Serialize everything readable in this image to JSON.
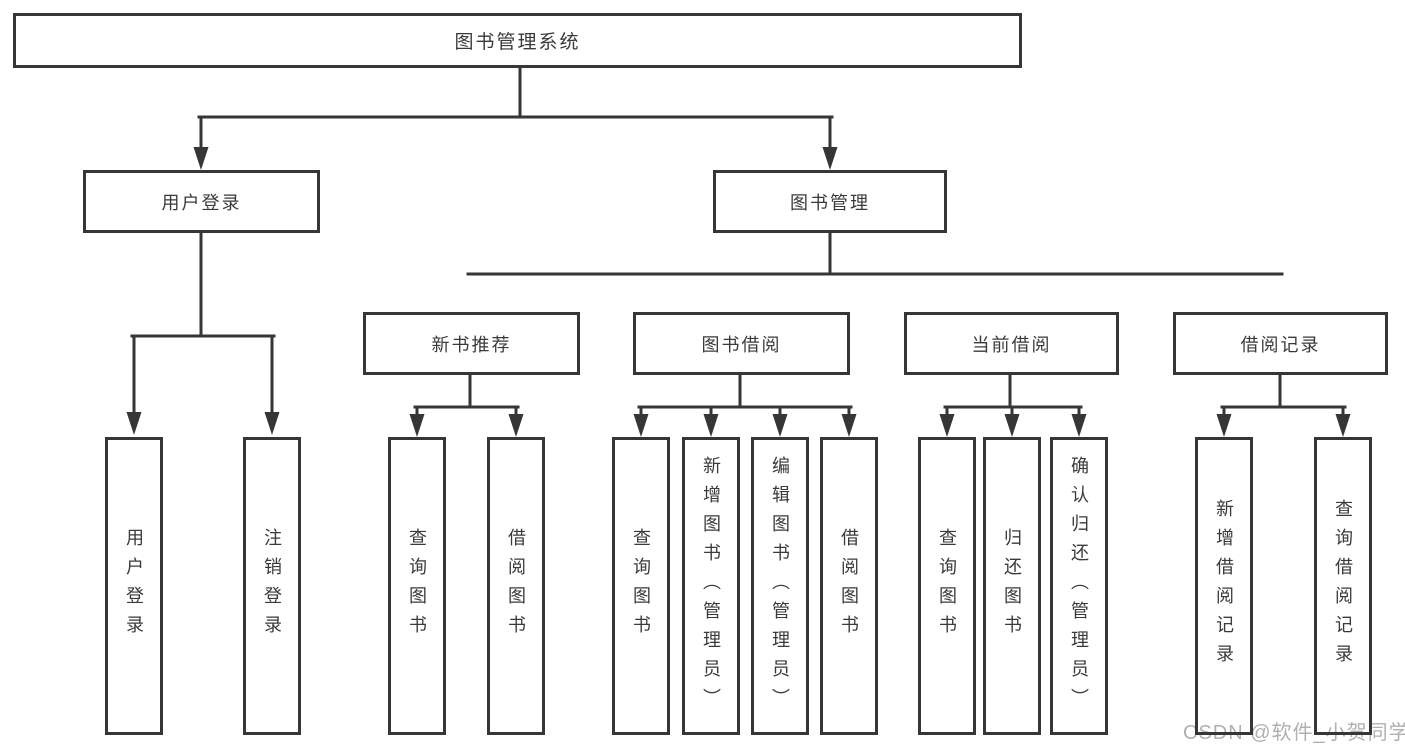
{
  "diagram": {
    "title": "图书管理系统",
    "branches": [
      {
        "label": "用户登录",
        "children": [
          {
            "label": "用户登录"
          },
          {
            "label": "注销登录"
          }
        ]
      },
      {
        "label": "图书管理",
        "sections": [
          {
            "label": "新书推荐",
            "children": [
              {
                "label": "查询图书"
              },
              {
                "label": "借阅图书"
              }
            ]
          },
          {
            "label": "图书借阅",
            "children": [
              {
                "label": "查询图书"
              },
              {
                "label": "新增图书（管理员）"
              },
              {
                "label": "编辑图书（管理员）"
              },
              {
                "label": "借阅图书"
              }
            ]
          },
          {
            "label": "当前借阅",
            "children": [
              {
                "label": "查询图书"
              },
              {
                "label": "归还图书"
              },
              {
                "label": "确认归还（管理员）"
              }
            ]
          },
          {
            "label": "借阅记录",
            "children": [
              {
                "label": "新增借阅记录"
              },
              {
                "label": "查询借阅记录"
              }
            ]
          }
        ]
      }
    ]
  },
  "watermark": {
    "text": "CSDN @软件_小贺同学"
  },
  "colors": {
    "line": "#363636",
    "text": "#3a3a3a",
    "watermark": "#b0b0b0",
    "background": "#ffffff"
  }
}
